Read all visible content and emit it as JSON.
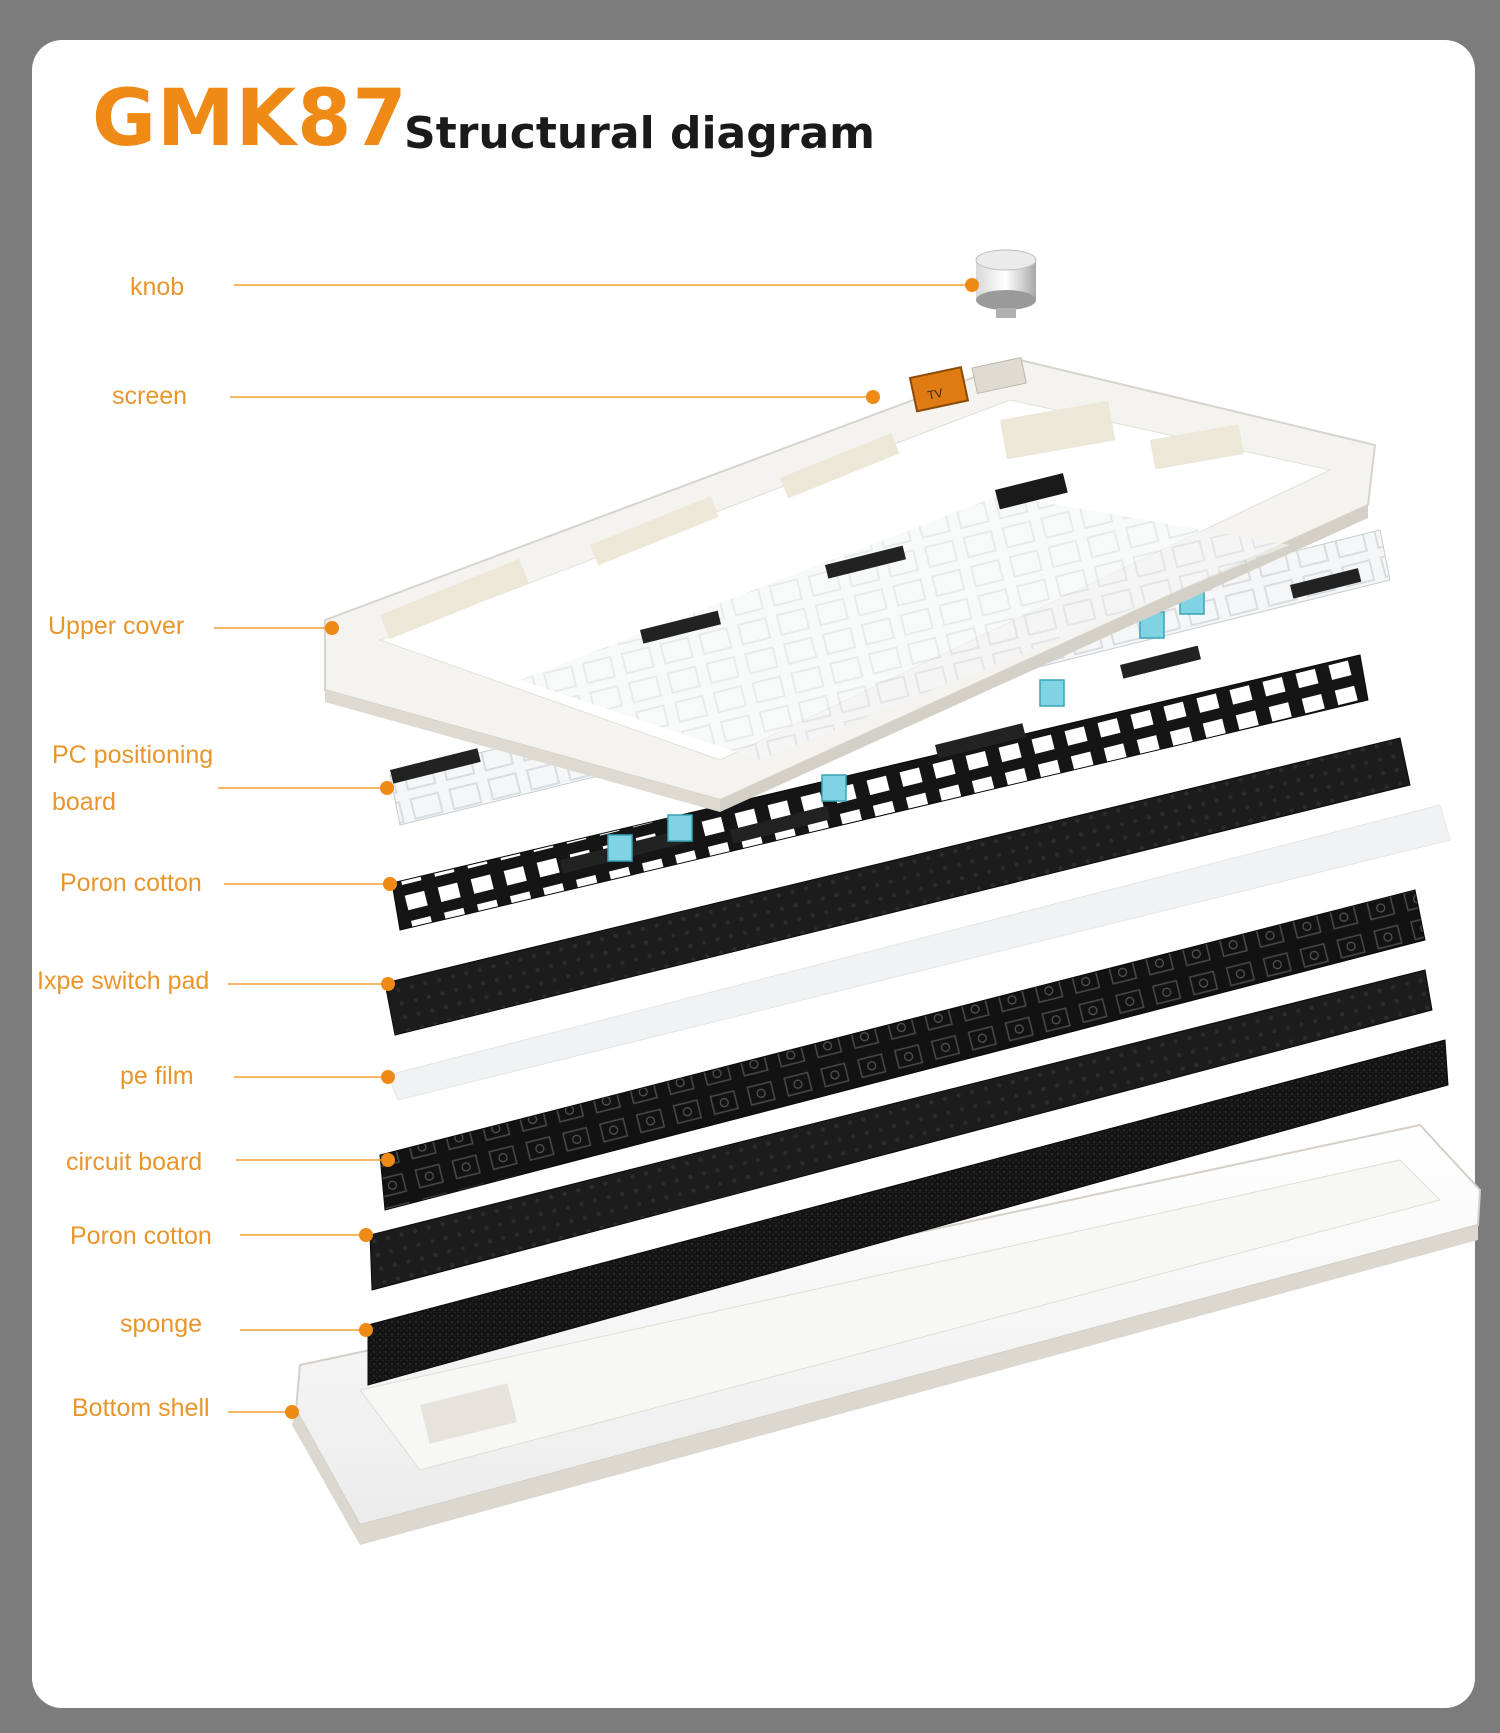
{
  "title": {
    "brand": "GMK87",
    "subtitle": "Structural diagram"
  },
  "labels": [
    {
      "id": "knob",
      "text": "knob"
    },
    {
      "id": "screen",
      "text": "screen"
    },
    {
      "id": "upper-cover",
      "text": "Upper cover"
    },
    {
      "id": "pc-positioning-board-1",
      "text": "PC positioning"
    },
    {
      "id": "pc-positioning-board-2",
      "text": "board"
    },
    {
      "id": "poron-cotton-1",
      "text": "Poron cotton"
    },
    {
      "id": "ixpe-switch-pad",
      "text": "Ixpe switch pad"
    },
    {
      "id": "pe-film",
      "text": "pe film"
    },
    {
      "id": "circuit-board",
      "text": "circuit board"
    },
    {
      "id": "poron-cotton-2",
      "text": "Poron cotton"
    },
    {
      "id": "sponge",
      "text": "sponge"
    },
    {
      "id": "bottom-shell",
      "text": "Bottom shell"
    }
  ],
  "screen_badge": "TV",
  "colors": {
    "accent": "#f08a17",
    "label": "#e8962c",
    "leader": "#f0a030",
    "background": "#7c7c7c",
    "card": "#ffffff"
  }
}
